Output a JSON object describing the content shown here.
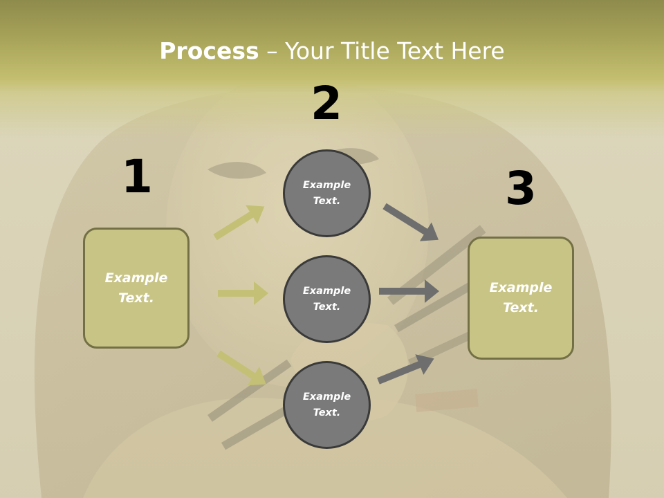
{
  "title": {
    "bold": "Process",
    "rest": " – Your Title Text Here"
  },
  "steps": {
    "step1": {
      "number": "1",
      "text": "Example Text."
    },
    "step2": {
      "number": "2",
      "circles": [
        {
          "text": "Example Text."
        },
        {
          "text": "Example Text."
        },
        {
          "text": "Example Text."
        }
      ]
    },
    "step3": {
      "number": "3",
      "text": "Example Text."
    }
  },
  "colors": {
    "box_fill": "#c8c486",
    "box_border": "#747045",
    "circle_fill": "#7a7a7a",
    "circle_border": "#3a3a3a",
    "arrow_left": "#c4c076",
    "arrow_right": "#6e6e6e",
    "title_band": "#a9a55a"
  }
}
